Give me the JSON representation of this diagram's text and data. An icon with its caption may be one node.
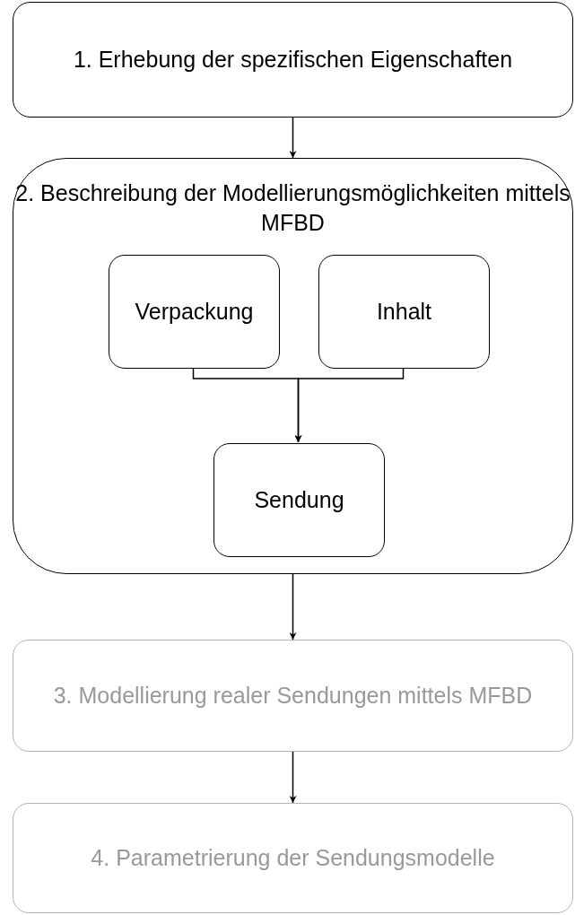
{
  "diagram": {
    "nodes": [
      {
        "text": [
          "1. Erhebung der spezifischen Eigenschaften"
        ]
      },
      {
        "text": [
          "2. Beschreibung der Modellierungsmöglichkeiten mittels MFBD"
        ]
      },
      {
        "text": [
          "Verpackung"
        ],
        "in": 1
      },
      {
        "text": [
          "Inhalt"
        ],
        "in": 1
      },
      {
        "text": [
          "Sendung"
        ],
        "in": 1
      },
      {
        "text": [
          "3. Modellierung realer Sendungen mittels MFBD"
        ]
      },
      {
        "text": [
          "4. Parametrierung der Sendungsmodelle"
        ]
      }
    ],
    "edges": [
      {
        "from": 0,
        "to": 1,
        "arrow": "to"
      },
      {
        "from": 2,
        "to": 4,
        "arrow": "to"
      },
      {
        "from": 3,
        "to": 4,
        "arrow": "to"
      },
      {
        "from": 1,
        "to": 5,
        "arrow": "to"
      },
      {
        "from": 5,
        "to": 6,
        "arrow": "to"
      }
    ]
  }
}
